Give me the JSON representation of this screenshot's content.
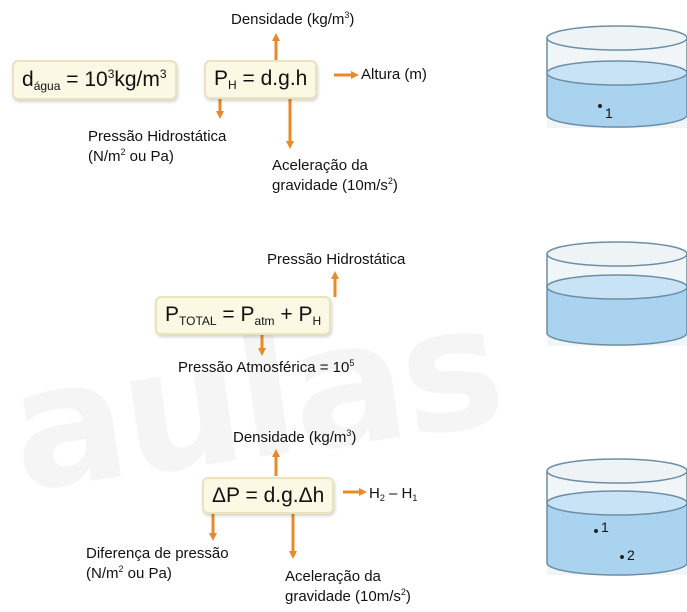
{
  "watermark": "aulas",
  "colors": {
    "arrow": "#e8892b",
    "box_fill": "#fbf9e3",
    "water": "#a9d3ef",
    "water_top": "#c8e3f6",
    "cylinder_stroke": "#6d8fa6"
  },
  "sec1": {
    "density_box": {
      "d": "d",
      "d_sub": "água",
      "eq": " = 10",
      "exp": "3",
      "unit": "kg/m",
      "unit_exp": "3"
    },
    "formula": {
      "p": "P",
      "p_sub": "H",
      "rest": " = d.g.h"
    },
    "densidade": {
      "text": "Densidade (kg/m",
      "exp": "3",
      "close": ")"
    },
    "altura": "Altura (m)",
    "pressao": {
      "line1": "Pressão Hidrostática",
      "line2a": "(N/m",
      "exp": "2",
      "line2b": " ou Pa)"
    },
    "aceleracao": {
      "line1": "Aceleração da",
      "line2a": "gravidade (10m/s",
      "exp": "2",
      "line2b": ")"
    }
  },
  "sec2": {
    "formula": {
      "p1": "P",
      "p1_sub": "TOTAL",
      "eq": " = P",
      "p2_sub": "atm",
      "plus": " + P",
      "p3_sub": "H"
    },
    "pressao_hidro": "Pressão Hidrostática",
    "pressao_atm": {
      "text": "Pressão Atmosférica = 10",
      "exp": "5"
    }
  },
  "sec3": {
    "formula": {
      "text": "ΔP = d.g.Δh"
    },
    "densidade": {
      "text": "Densidade (kg/m",
      "exp": "3",
      "close": ")"
    },
    "h_diff": {
      "h2": "H",
      "h2_sub": "2",
      "minus": " – H",
      "h1_sub": "1"
    },
    "diferenca": {
      "line1": "Diferença de pressão",
      "line2a": "(N/m",
      "exp": "2",
      "line2b": " ou Pa)"
    },
    "aceleracao": {
      "line1": "Aceleração da",
      "line2a": "gravidade (10m/s",
      "exp": "2",
      "line2b": ")"
    }
  },
  "points": {
    "cyl1_p1": "1",
    "cyl3_p1": "1",
    "cyl3_p2": "2"
  }
}
